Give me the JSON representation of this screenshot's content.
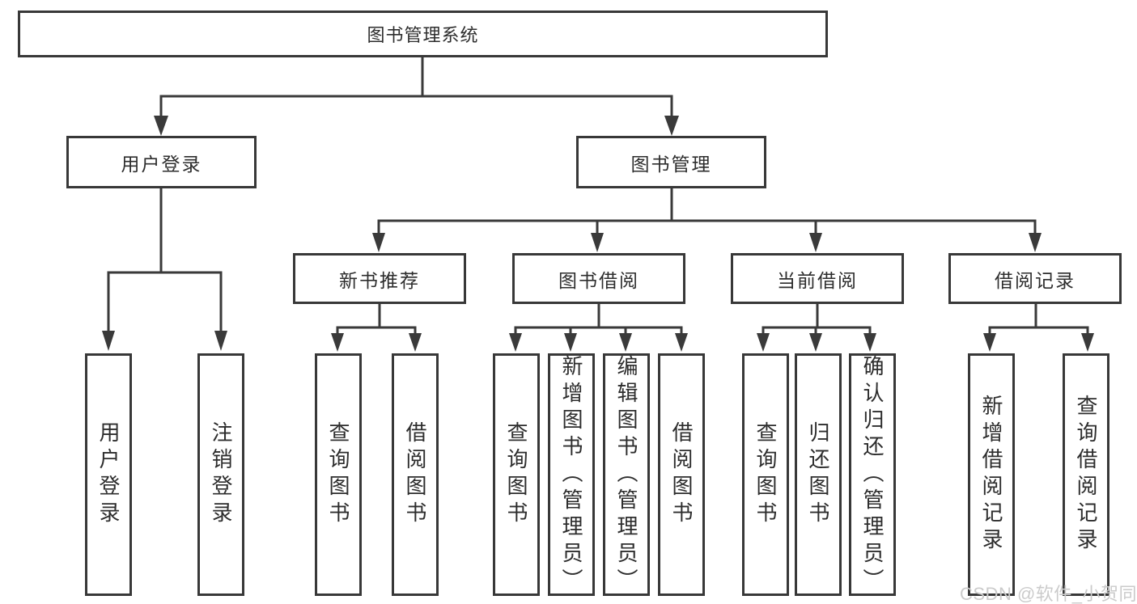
{
  "title": {
    "label": "图书管理系统"
  },
  "branches": {
    "user_login": {
      "label": "用户登录",
      "children": [
        {
          "label": "用户登录"
        },
        {
          "label": "注销登录"
        }
      ]
    },
    "book_management": {
      "label": "图书管理",
      "sections": [
        {
          "label": "新书推荐",
          "children": [
            {
              "label": "查询图书"
            },
            {
              "label": "借阅图书"
            }
          ]
        },
        {
          "label": "图书借阅",
          "children": [
            {
              "label": "查询图书"
            },
            {
              "label": "新增图书（管理员）"
            },
            {
              "label": "编辑图书（管理员）"
            },
            {
              "label": "借阅图书"
            }
          ]
        },
        {
          "label": "当前借阅",
          "children": [
            {
              "label": "查询图书"
            },
            {
              "label": "归还图书"
            },
            {
              "label": "确认归还（管理员）"
            }
          ]
        },
        {
          "label": "借阅记录",
          "children": [
            {
              "label": "新增借阅记录"
            },
            {
              "label": "查询借阅记录"
            }
          ]
        }
      ]
    }
  },
  "watermark": {
    "text": "CSDN @软件_小贺同学"
  },
  "colors": {
    "line": "#3a3a3a",
    "border": "#383838",
    "text": "#2d2d2d",
    "background": "#ffffff",
    "watermark": "#cbcbcb"
  }
}
